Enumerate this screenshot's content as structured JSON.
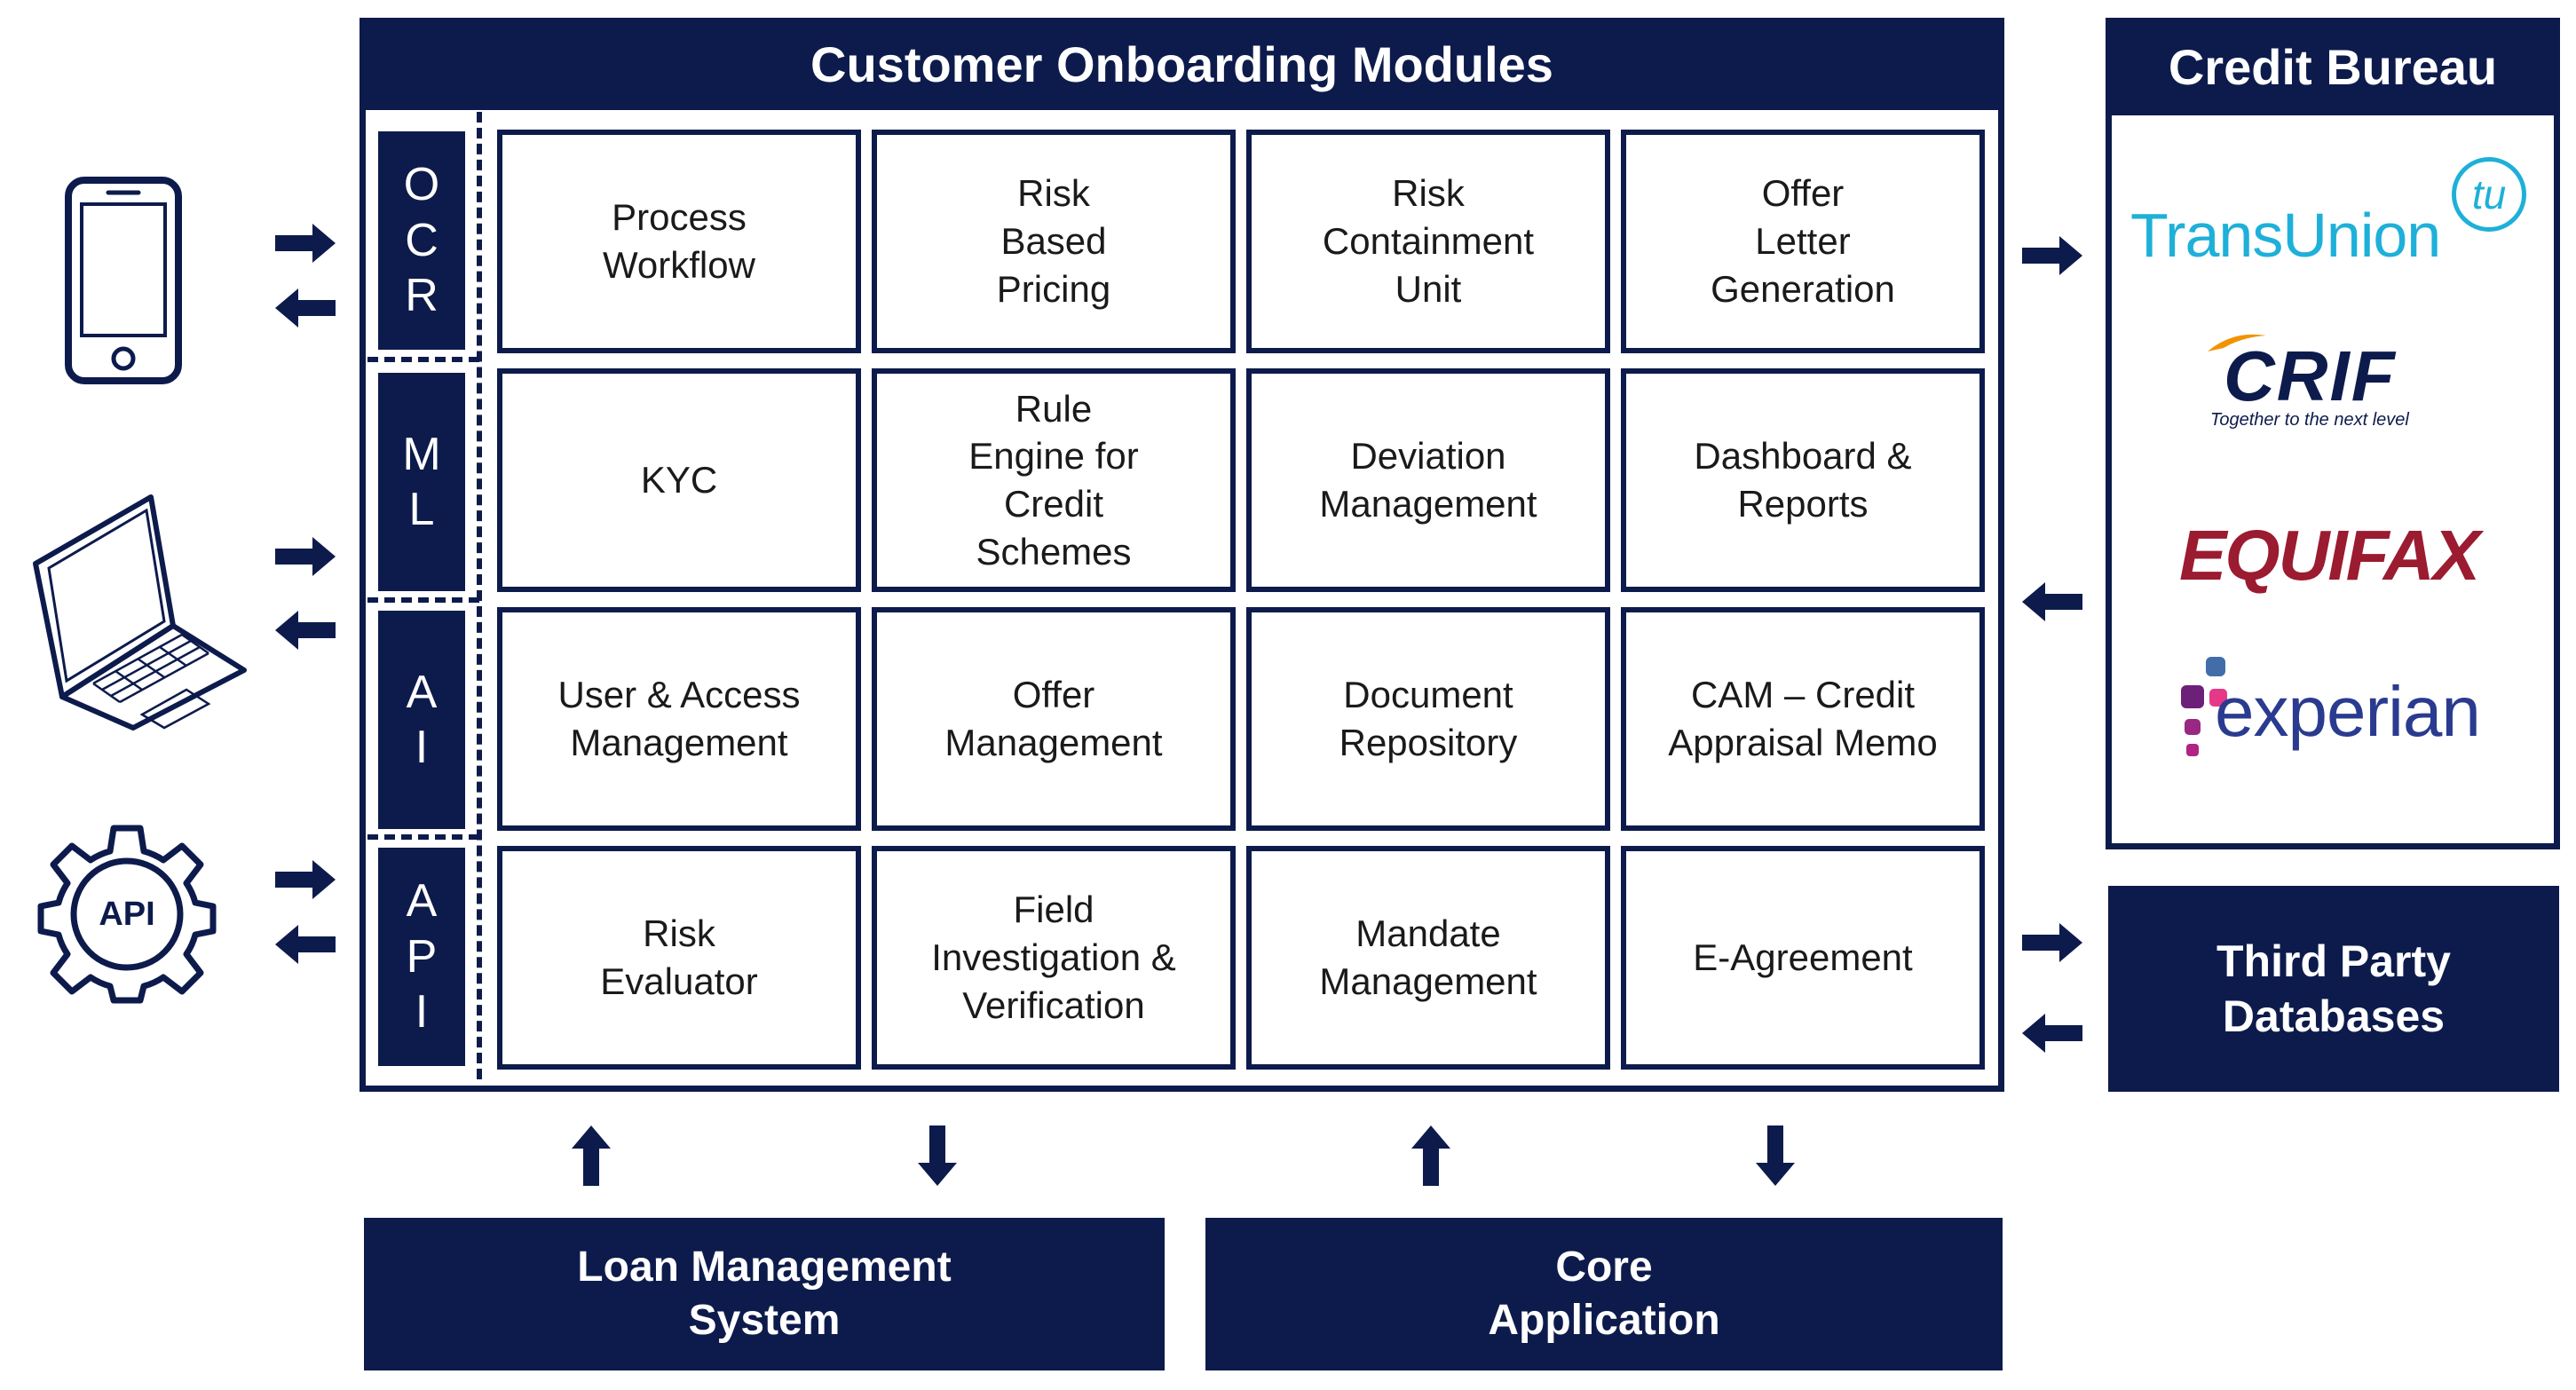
{
  "colors": {
    "navy": "#0d1b4c",
    "white": "#ffffff",
    "transunion": "#1eb0d8",
    "equifax": "#9b1b30",
    "experian_text": "#2a3b8f",
    "crif_orange": "#f39200"
  },
  "main": {
    "title": "Customer Onboarding Modules",
    "side_labels": [
      {
        "letters": [
          "O",
          "C",
          "R"
        ]
      },
      {
        "letters": [
          "M",
          "L"
        ]
      },
      {
        "letters": [
          "A",
          "I"
        ]
      },
      {
        "letters": [
          "A",
          "P",
          "I"
        ]
      }
    ],
    "modules": [
      [
        "Process\nWorkflow",
        "Risk\nBased\nPricing",
        "Risk\nContainment\nUnit",
        "Offer\nLetter\nGeneration"
      ],
      [
        "KYC",
        "Rule\nEngine for\nCredit\nSchemes",
        "Deviation\nManagement",
        "Dashboard &\nReports"
      ],
      [
        "User & Access\nManagement",
        "Offer\nManagement",
        "Document\nRepository",
        "CAM – Credit\nAppraisal Memo"
      ],
      [
        "Risk\nEvaluator",
        "Field\nInvestigation &\nVerification",
        "Mandate\nManagement",
        "E-Agreement"
      ]
    ]
  },
  "channels": {
    "api_label": "API",
    "icons": [
      "mobile-phone-icon",
      "laptop-icon",
      "api-gear-icon"
    ]
  },
  "credit_bureau": {
    "title": "Credit Bureau",
    "logos": {
      "transunion": "TransUnion",
      "transunion_mark": "tu",
      "crif": "CRIF",
      "crif_tagline": "Together to the next level",
      "equifax": "EQUIFAX",
      "experian": "experian"
    }
  },
  "third_party": {
    "title": "Third Party\nDatabases"
  },
  "bottom": {
    "loan_management": "Loan Management\nSystem",
    "core_application": "Core\nApplication"
  }
}
